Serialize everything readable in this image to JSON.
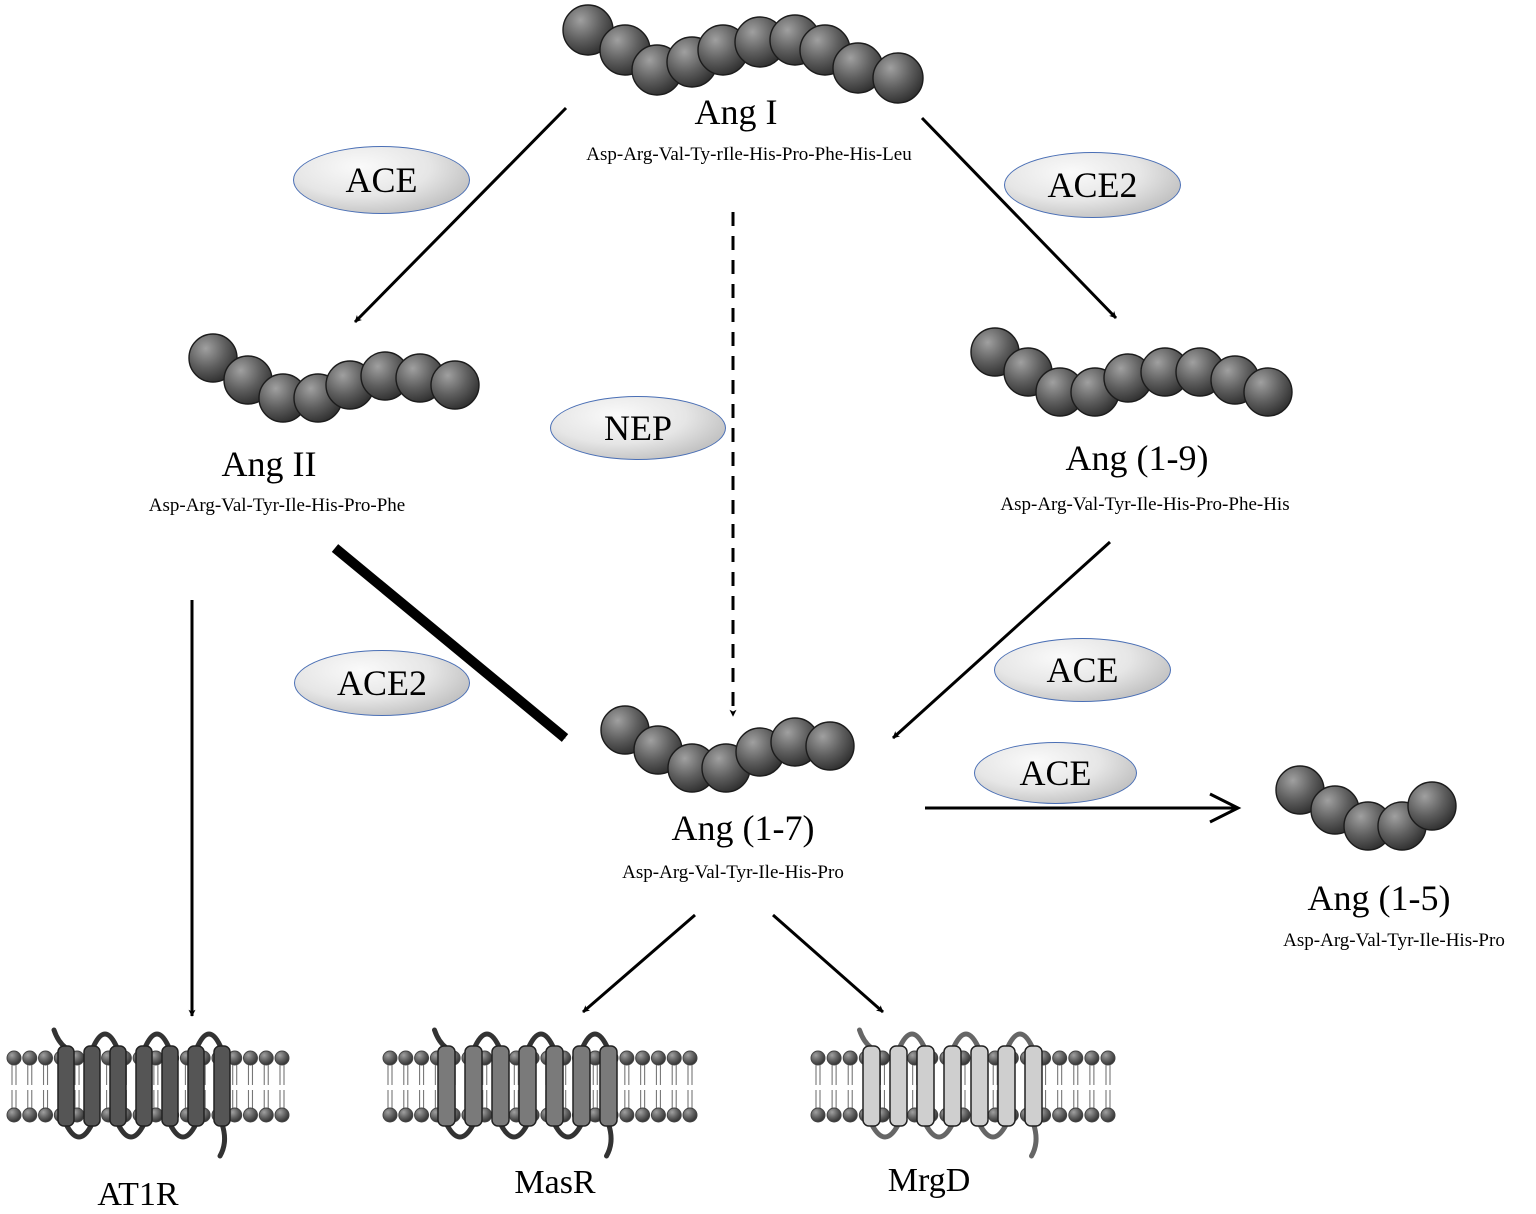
{
  "peptides": {
    "ang1": {
      "name": "Ang I",
      "sequence": "Asp-Arg-Val-Ty-rIle-His-Pro-Phe-His-Leu"
    },
    "ang2": {
      "name": "Ang II",
      "sequence": "Asp-Arg-Val-Tyr-Ile-His-Pro-Phe"
    },
    "ang19": {
      "name": "Ang (1-9)",
      "sequence": "Asp-Arg-Val-Tyr-Ile-His-Pro-Phe-His"
    },
    "ang17": {
      "name": "Ang (1-7)",
      "sequence": "Asp-Arg-Val-Tyr-Ile-His-Pro"
    },
    "ang15": {
      "name": "Ang (1-5)",
      "sequence": "Asp-Arg-Val-Tyr-Ile-His-Pro"
    }
  },
  "enzymes": {
    "ace_ang1_ang2": "ACE",
    "ace2_ang1_ang19": "ACE2",
    "nep_ang1_ang17": "NEP",
    "ace2_ang2_ang17": "ACE2",
    "ace_ang19_ang17": "ACE",
    "ace_ang17_ang15": "ACE"
  },
  "receptors": {
    "at1r": "AT1R",
    "masr": "MasR",
    "mrgd": "MrgD"
  },
  "colors": {
    "bead_dark": "#3a3a3a",
    "bead_light": "#a0a0a0",
    "enzyme_outline": "#4a6fb5",
    "receptor_at1r": "#555555",
    "receptor_masr": "#7a7a7a",
    "receptor_mrgd": "#cfcfcf"
  }
}
